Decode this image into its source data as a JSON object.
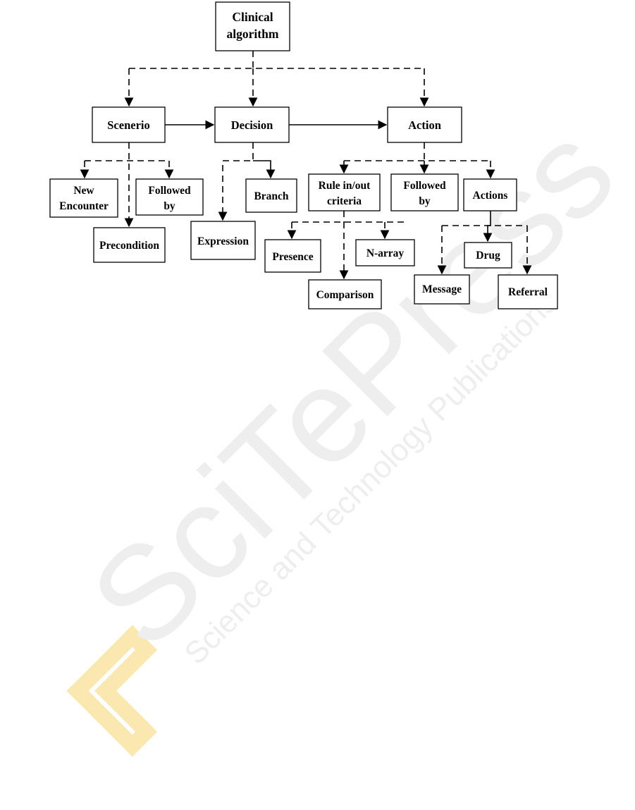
{
  "diagram": {
    "nodes": {
      "clinical_algorithm": [
        "Clinical",
        "algorithm"
      ],
      "scenerio": [
        "Scenerio"
      ],
      "decision": [
        "Decision"
      ],
      "action": [
        "Action"
      ],
      "new_encounter": [
        "New",
        "Encounter"
      ],
      "followed_by_1": [
        "Followed",
        "by"
      ],
      "precondition": [
        "Precondition"
      ],
      "branch": [
        "Branch"
      ],
      "expression": [
        "Expression"
      ],
      "rule_criteria": [
        "Rule in/out",
        "criteria"
      ],
      "followed_by_2": [
        "Followed",
        "by"
      ],
      "actions": [
        "Actions"
      ],
      "presence": [
        "Presence"
      ],
      "n_array": [
        "N-array"
      ],
      "comparison": [
        "Comparison"
      ],
      "drug": [
        "Drug"
      ],
      "message": [
        "Message"
      ],
      "referral": [
        "Referral"
      ]
    },
    "edges": [
      {
        "from": "clinical_algorithm",
        "to": "scenerio",
        "style": "dashed"
      },
      {
        "from": "clinical_algorithm",
        "to": "decision",
        "style": "dashed"
      },
      {
        "from": "clinical_algorithm",
        "to": "action",
        "style": "dashed"
      },
      {
        "from": "scenerio",
        "to": "decision",
        "style": "solid"
      },
      {
        "from": "decision",
        "to": "action",
        "style": "solid"
      },
      {
        "from": "scenerio",
        "to": "new_encounter",
        "style": "dashed"
      },
      {
        "from": "scenerio",
        "to": "followed_by_1",
        "style": "dashed"
      },
      {
        "from": "scenerio",
        "to": "precondition",
        "style": "dashed"
      },
      {
        "from": "decision",
        "to": "expression",
        "style": "dashed"
      },
      {
        "from": "decision",
        "to": "branch",
        "style": "solid"
      },
      {
        "from": "action",
        "to": "rule_criteria",
        "style": "dashed"
      },
      {
        "from": "action",
        "to": "followed_by_2",
        "style": "dashed"
      },
      {
        "from": "action",
        "to": "actions",
        "style": "dashed"
      },
      {
        "from": "rule_criteria",
        "to": "presence",
        "style": "dashed"
      },
      {
        "from": "rule_criteria",
        "to": "n_array",
        "style": "dashed"
      },
      {
        "from": "rule_criteria",
        "to": "comparison",
        "style": "dashed"
      },
      {
        "from": "actions",
        "to": "drug",
        "style": "solid"
      },
      {
        "from": "actions",
        "to": "message",
        "style": "dashed"
      },
      {
        "from": "actions",
        "to": "referral",
        "style": "dashed"
      }
    ]
  },
  "watermark": {
    "main": "SciTePress",
    "sub": "Science and Technology Publications"
  },
  "colors": {
    "line": "#000000",
    "watermark_gray": "#e6e6e6",
    "watermark_yellow": "#fbe7b0"
  }
}
